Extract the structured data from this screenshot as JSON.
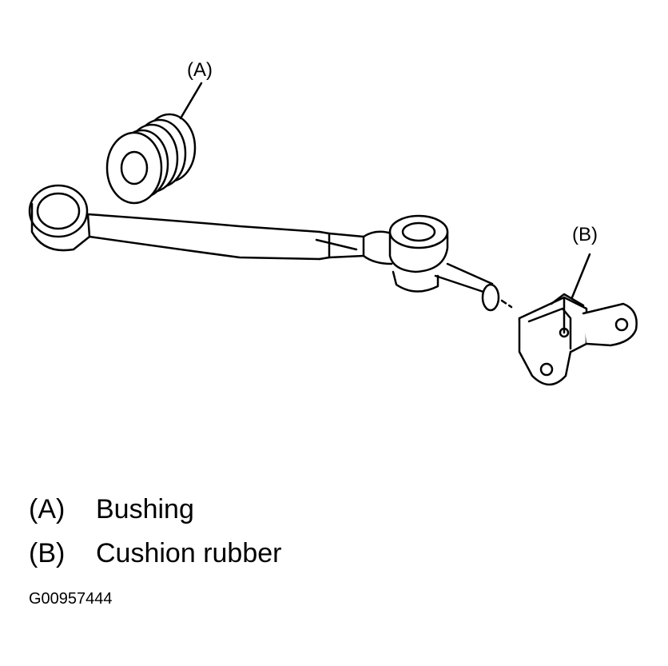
{
  "callouts": {
    "a": "(A)",
    "b": "(B)"
  },
  "legend": [
    {
      "key": "(A)",
      "label": "Bushing"
    },
    {
      "key": "(B)",
      "label": "Cushion rubber"
    }
  ],
  "figure_id": "G00957444",
  "colors": {
    "line": "#000000",
    "background": "#ffffff"
  }
}
